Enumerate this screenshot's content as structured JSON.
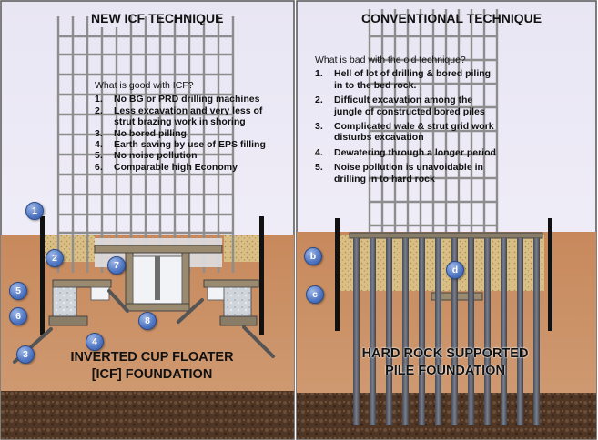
{
  "left_panel": {
    "title": "NEW ICF TECHNIQUE",
    "info": {
      "question": "What is good with ICF?",
      "points": [
        {
          "num": "1.",
          "text": "No BG or PRD drilling machines"
        },
        {
          "num": "2.",
          "text": "Less excavation  and very less of strut brazing work in shoring"
        },
        {
          "num": "3.",
          "text": "No bored pilling"
        },
        {
          "num": "4.",
          "text": "Earth saving by use of EPS filling"
        },
        {
          "num": "5.",
          "text": "No noise pollution"
        },
        {
          "num": "6.",
          "text": "Comparable high Economy"
        }
      ]
    },
    "caption_line1": "INVERTED CUP FLOATER",
    "caption_line2": "[ICF] FOUNDATION",
    "markers": [
      "1",
      "2",
      "3",
      "4",
      "5",
      "6",
      "7",
      "8"
    ]
  },
  "right_panel": {
    "title": "CONVENTIONAL TECHNIQUE",
    "info": {
      "question": "What is bad with the old technique?",
      "points": [
        {
          "num": "1.",
          "text": "Hell of lot of drilling & bored piling in to the bed rock."
        },
        {
          "num": "2.",
          "text": "Difficult excavation among the jungle of constructed bored piles"
        },
        {
          "num": "3.",
          "text": "Complicated wale & strut grid work  disturbs  excavation"
        },
        {
          "num": "4.",
          "text": "Dewatering through  a longer period"
        },
        {
          "num": "5.",
          "text": "Noise pollution is unavoidable in drilling in to hard rock"
        }
      ]
    },
    "caption_line1": "HARD ROCK SUPPORTED",
    "caption_line2": "PILE FOUNDATION",
    "markers": [
      "b",
      "c",
      "d"
    ]
  },
  "colors": {
    "panel_bg": "#eceaf6",
    "soil": "#c98e63",
    "sand": "#d7bd83",
    "rock": "#5b3f2b",
    "pile": "#5f6370",
    "rebar": "#8c8c8c",
    "marker": "#4f75c2"
  }
}
